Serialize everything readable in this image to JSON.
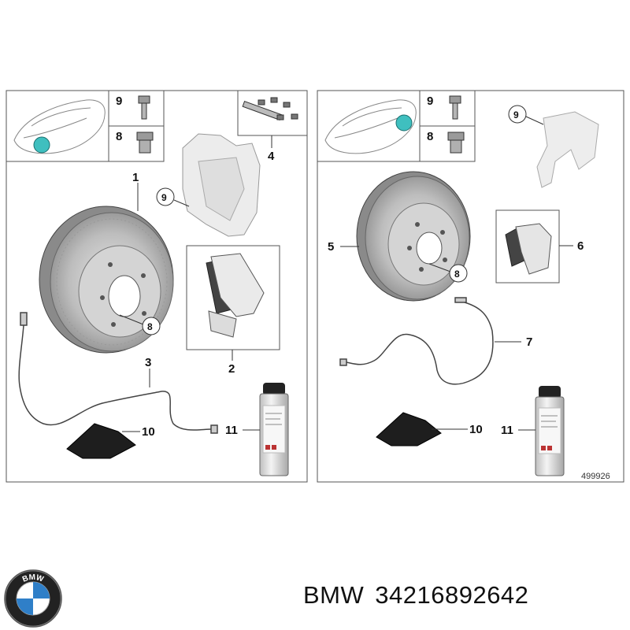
{
  "left_panel": {
    "callouts": {
      "c1": "1",
      "c2": "2",
      "c3": "3",
      "c4": "4",
      "c8": "8",
      "c9_inset": "9",
      "c8_inset": "8",
      "c9_caliper": "9",
      "c10": "10",
      "c11": "11"
    }
  },
  "right_panel": {
    "callouts": {
      "c5": "5",
      "c6": "6",
      "c7": "7",
      "c8": "8",
      "c9_inset": "9",
      "c8_inset": "8",
      "c9_caliper": "9",
      "c10": "10",
      "c11": "11"
    },
    "reference_number": "499926"
  },
  "footer": {
    "brand": "BMW",
    "part_number": "34216892642",
    "logo_letters": "BMW"
  },
  "colors": {
    "marker": "#3fbfbf",
    "disc": "#c8c8c8",
    "caliper": "#ececec",
    "pad": "#444444",
    "border": "#555555"
  }
}
